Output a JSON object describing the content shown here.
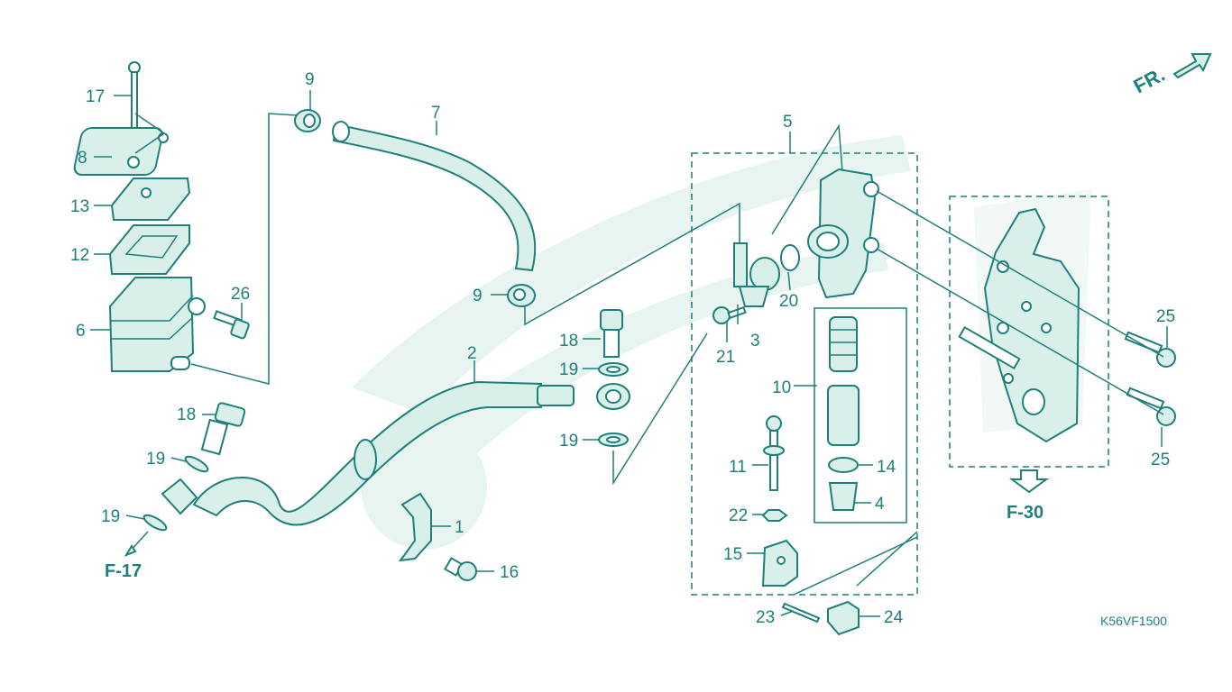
{
  "callouts": [
    {
      "id": "c17",
      "text": "17"
    },
    {
      "id": "c8",
      "text": "8"
    },
    {
      "id": "c13",
      "text": "13"
    },
    {
      "id": "c12",
      "text": "12"
    },
    {
      "id": "c6",
      "text": "6"
    },
    {
      "id": "c26",
      "text": "26"
    },
    {
      "id": "c9a",
      "text": "9"
    },
    {
      "id": "c7",
      "text": "7"
    },
    {
      "id": "c9b",
      "text": "9"
    },
    {
      "id": "c2",
      "text": "2"
    },
    {
      "id": "c18a",
      "text": "18"
    },
    {
      "id": "c19a",
      "text": "19"
    },
    {
      "id": "c19b",
      "text": "19"
    },
    {
      "id": "c18b",
      "text": "18"
    },
    {
      "id": "c19c",
      "text": "19"
    },
    {
      "id": "c19d",
      "text": "19"
    },
    {
      "id": "c1",
      "text": "1"
    },
    {
      "id": "c16",
      "text": "16"
    },
    {
      "id": "c5",
      "text": "5"
    },
    {
      "id": "c20",
      "text": "20"
    },
    {
      "id": "c21",
      "text": "21"
    },
    {
      "id": "c3",
      "text": "3"
    },
    {
      "id": "c10",
      "text": "10"
    },
    {
      "id": "c11",
      "text": "11"
    },
    {
      "id": "c14",
      "text": "14"
    },
    {
      "id": "c22",
      "text": "22"
    },
    {
      "id": "c4",
      "text": "4"
    },
    {
      "id": "c15",
      "text": "15"
    },
    {
      "id": "c23",
      "text": "23"
    },
    {
      "id": "c24",
      "text": "24"
    },
    {
      "id": "c25a",
      "text": "25"
    },
    {
      "id": "c25b",
      "text": "25"
    }
  ],
  "references": {
    "f17": "F-17",
    "f30": "F-30"
  },
  "direction": "FR.",
  "diagram_code": "K56VF1500",
  "colors": {
    "line": "#1f7f7a",
    "watermark": "#e7f4ef",
    "background": "#ffffff"
  }
}
